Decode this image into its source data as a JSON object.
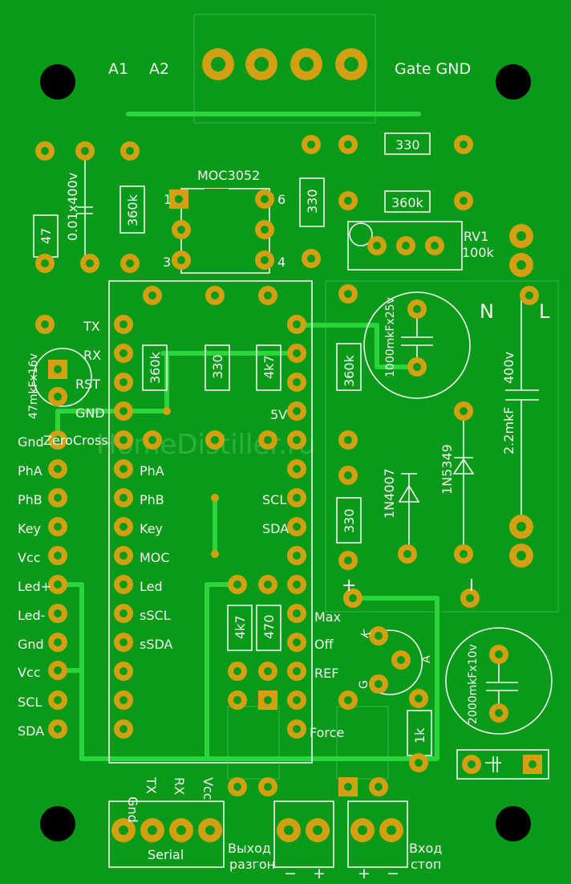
{
  "board": {
    "background": "#0a9a19",
    "trace_color": "#2bd63b",
    "pad_color": "#d2a012",
    "silk_color": "#f2f2f2",
    "watermark": "HomeDistiller.ru"
  },
  "labels": {
    "a1": "A1",
    "a2": "A2",
    "gate_gnd": "Gate GND",
    "moc": "MOC3052",
    "pin1": "1",
    "pin3": "3",
    "pin4": "4",
    "pin6": "6",
    "r330_top": "330",
    "r360k_top": "360k",
    "rv1": "RV1",
    "rv1_val": "100k",
    "cap_hv": "0.01x400v",
    "r47": "47",
    "r360k_left": "360k",
    "r330_mid": "330",
    "cap47": "47mkFx16v",
    "tx": "TX",
    "rx": "RX",
    "rst": "RST",
    "gnd": "GND",
    "r360k_in": "360k",
    "r330_in": "330",
    "r4k7_in": "4k7",
    "five_v": "5V",
    "cap1000": "1000mkFx25v",
    "r360k_right": "360k",
    "N": "N",
    "L": "L",
    "c400": "400v",
    "c22": "2.2mkF",
    "gnd_l": "Gnd",
    "zerocross": "ZeroCross",
    "pha_l": "PhA",
    "phb_l": "PhB",
    "key_l": "Key",
    "vcc_l": "Vcc",
    "ledp": "Led+",
    "ledm": "Led-",
    "gnd_l2": "Gnd",
    "vcc_l2": "Vcc",
    "scl_l": "SCL",
    "sda_l": "SDA",
    "pha_i": "PhA",
    "phb_i": "PhB",
    "key_i": "Key",
    "moc_i": "MOC",
    "led_i": "Led",
    "sscl_i": "sSCL",
    "ssda_i": "sSDA",
    "scl_r": "SCL",
    "sda_r": "SDA",
    "d1n4007": "1N4007",
    "d1n5349": "1N5349",
    "r330_lo": "330",
    "plus_sign": "+",
    "minus_bar": "I",
    "r4k7_lo": "4k7",
    "r470": "470",
    "max": "Max",
    "off": "Off",
    "ref": "REF",
    "force": "Force",
    "k": "K",
    "a": "A",
    "g": "G",
    "cap2000": "2000mkFx10v",
    "r1k": "1k",
    "gnd_b": "Gnd",
    "tx_b": "TX",
    "rx_b": "RX",
    "vcc_b": "Vcc",
    "serial": "Serial",
    "vyhod": "Выход",
    "razgon": "разгон",
    "vhod": "Вход",
    "stop": "стоп",
    "m1": "−",
    "p1": "+",
    "p2": "+",
    "m2": "−"
  }
}
